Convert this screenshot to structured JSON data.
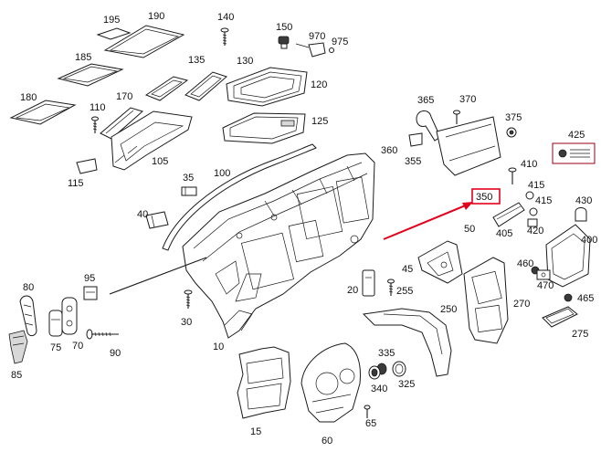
{
  "diagram": {
    "accent_color": "#a0182c",
    "arrow_color": "#e3001b",
    "labels": {
      "p195": "195",
      "p190": "190",
      "p140": "140",
      "p150": "150",
      "p970": "970",
      "p975": "975",
      "p185": "185",
      "p135": "135",
      "p130": "130",
      "p120": "120",
      "p180": "180",
      "p170": "170",
      "p110": "110",
      "p125": "125",
      "p365": "365",
      "p370": "370",
      "p375": "375",
      "p360": "360",
      "p355": "355",
      "p425": "425",
      "p105": "105",
      "p115": "115",
      "p35": "35",
      "p100": "100",
      "p410": "410",
      "p415a": "415",
      "p415b": "415",
      "p430": "430",
      "p350": "350",
      "p40": "40",
      "p405": "405",
      "p420": "420",
      "p50": "50",
      "p400": "400",
      "p45": "45",
      "p460": "460",
      "p470": "470",
      "p465": "465",
      "p95": "95",
      "p80": "80",
      "p20": "20",
      "p255": "255",
      "p270": "270",
      "p250": "250",
      "p30": "30",
      "p75": "75",
      "p70": "70",
      "p90": "90",
      "p275": "275",
      "p10": "10",
      "p85": "85",
      "p335": "335",
      "p340": "340",
      "p325": "325",
      "p65": "65",
      "p15": "15",
      "p60": "60"
    },
    "highlighted_part": "350"
  }
}
